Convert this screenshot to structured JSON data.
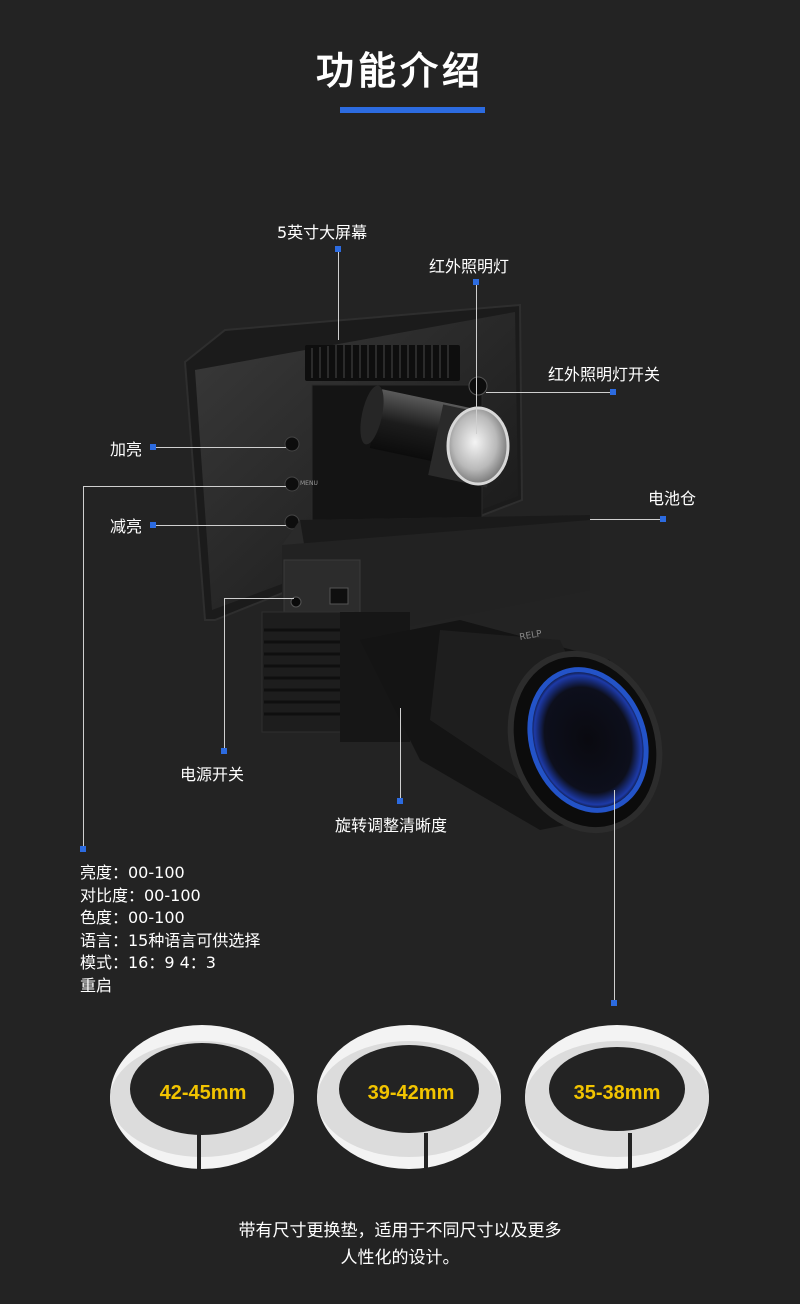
{
  "header": {
    "title": "功能介绍"
  },
  "callouts": {
    "screen": "5英寸大屏幕",
    "ir_light": "红外照明灯",
    "ir_switch": "红外照明灯开关",
    "brighten": "加亮",
    "battery": "电池仓",
    "dim": "减亮",
    "power": "电源开关",
    "focus": "旋转调整清晰度"
  },
  "device_text": {
    "menu_button": "MENU",
    "brand": "RELP"
  },
  "specs": [
    "亮度：00-100",
    "对比度：00-100",
    "色度：00-100",
    "语言：15种语言可供选择",
    "模式：16：9 4：3",
    "重启"
  ],
  "rings": [
    {
      "size": "42-45mm"
    },
    {
      "size": "39-42mm"
    },
    {
      "size": "35-38mm"
    }
  ],
  "footer": {
    "line1": "带有尺寸更换垫，适用于不同尺寸以及更多",
    "line2": "人性化的设计。"
  },
  "colors": {
    "background": "#232323",
    "accent": "#2c6be0",
    "ring_text": "#f2c400"
  }
}
